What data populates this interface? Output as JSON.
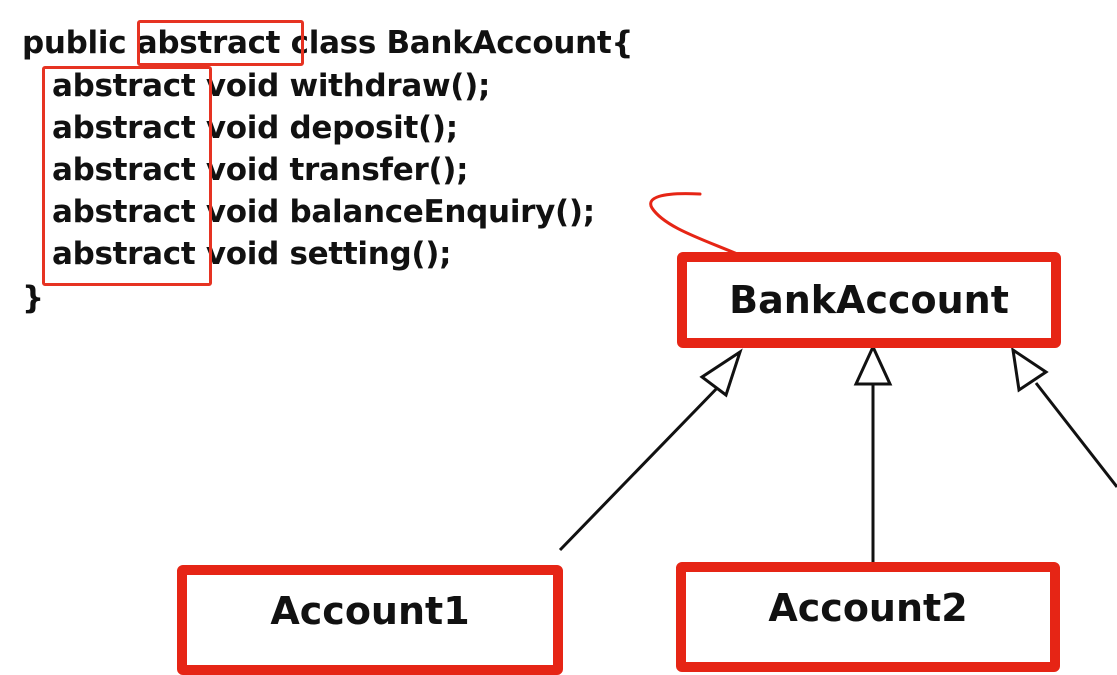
{
  "code": {
    "class_decl": {
      "prefix": "public ",
      "keyword": "abstract",
      "suffix": " class BankAccount{"
    },
    "methods": [
      {
        "keyword": "abstract",
        "text": " void withdraw();"
      },
      {
        "keyword": "abstract",
        "text": " void deposit();"
      },
      {
        "keyword": "abstract",
        "text": " void transfer();"
      },
      {
        "keyword": "abstract",
        "text": " void balanceEnquiry();"
      },
      {
        "keyword": "abstract",
        "text": " void setting();"
      }
    ],
    "closing": "}"
  },
  "diagram": {
    "parent": {
      "label": "BankAccount"
    },
    "children": [
      {
        "label": "Account1"
      },
      {
        "label": "Account2"
      }
    ],
    "colors": {
      "highlight": "#e62515",
      "line": "#111111"
    }
  }
}
